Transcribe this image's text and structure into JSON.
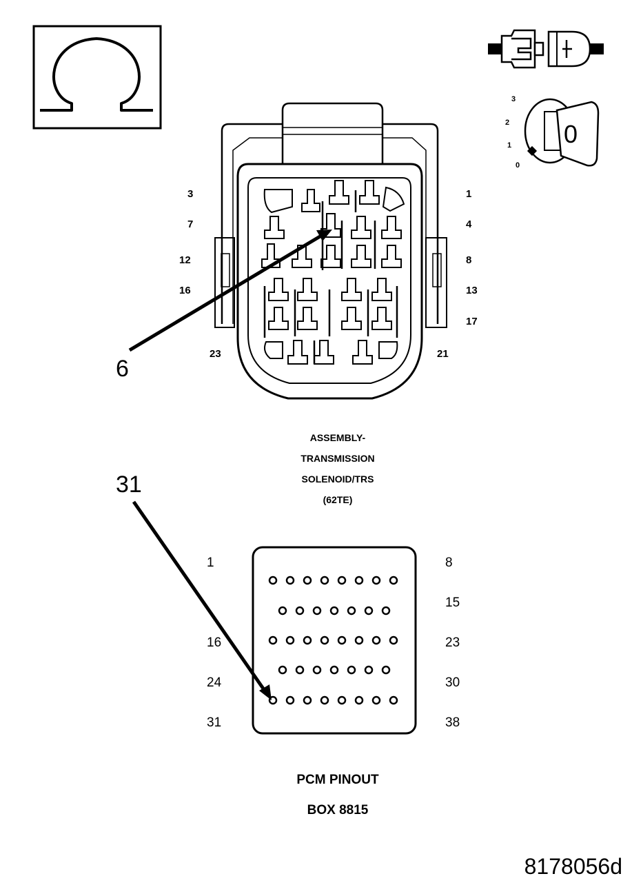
{
  "icons": {
    "ohm": "ohmmeter-omega-symbol",
    "connector": "disconnected-connector-icon",
    "ignition": "ignition-key-icon"
  },
  "ignition_positions": [
    "3",
    "2",
    "1",
    "0"
  ],
  "ignition_key_label": "0",
  "solenoid_connector": {
    "pins_left": [
      "3",
      "7",
      "12",
      "16",
      "23"
    ],
    "pins_right": [
      "1",
      "4",
      "8",
      "13",
      "17",
      "21"
    ],
    "callout": "6",
    "caption": [
      "ASSEMBLY-",
      "TRANSMISSION",
      "SOLENOID/TRS",
      "(62TE)"
    ]
  },
  "pcm_box": {
    "pins_left": [
      "1",
      "16",
      "24",
      "31"
    ],
    "pins_right": [
      "8",
      "15",
      "23",
      "30",
      "38"
    ],
    "callout": "31",
    "caption": [
      "PCM PINOUT",
      "BOX 8815"
    ]
  },
  "figure_id": "8178056d"
}
